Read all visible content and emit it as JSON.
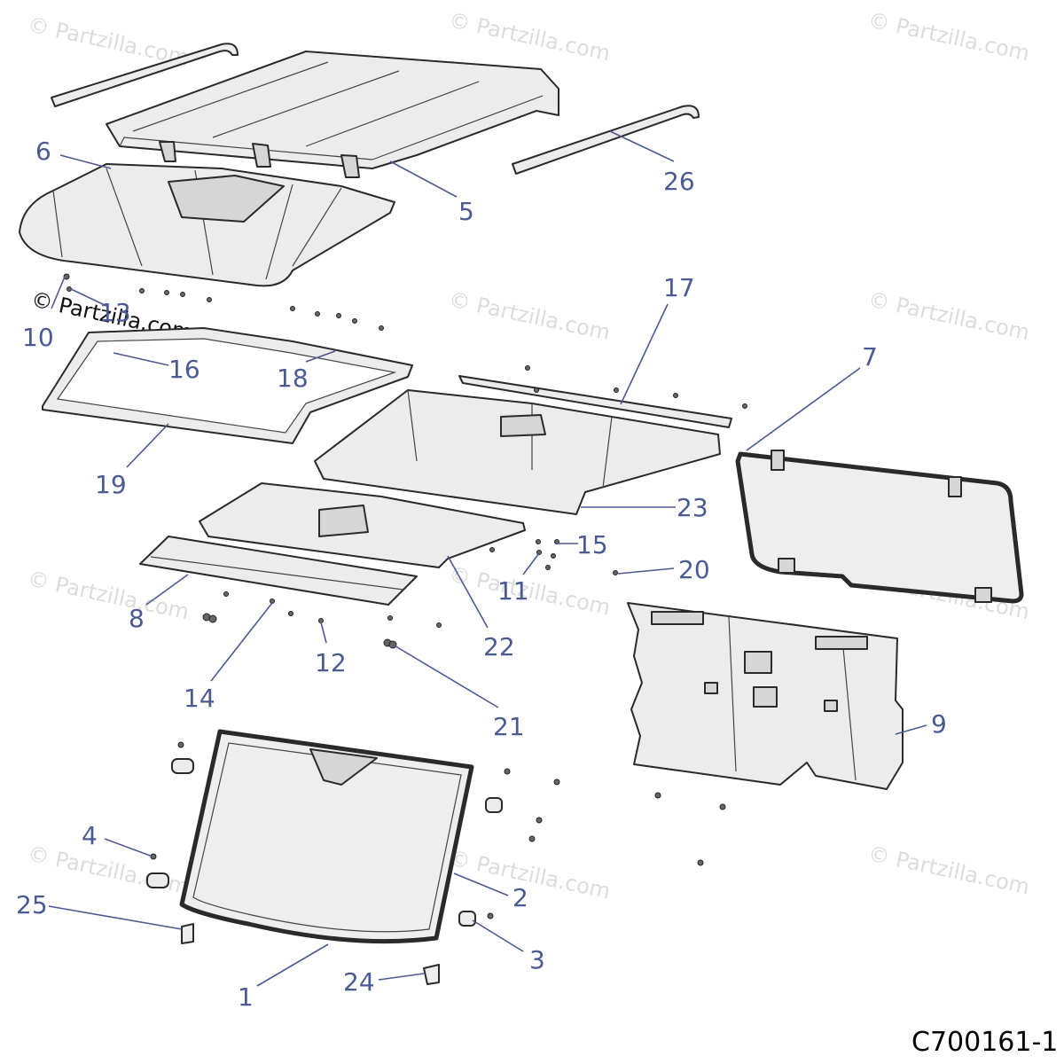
{
  "watermark": {
    "text": "© Partzilla.com"
  },
  "figure": {
    "code": "C700161-1"
  },
  "callouts": [
    {
      "id": "1",
      "label": "1"
    },
    {
      "id": "2",
      "label": "2"
    },
    {
      "id": "3",
      "label": "3"
    },
    {
      "id": "4",
      "label": "4"
    },
    {
      "id": "5",
      "label": "5"
    },
    {
      "id": "6",
      "label": "6"
    },
    {
      "id": "7",
      "label": "7"
    },
    {
      "id": "8",
      "label": "8"
    },
    {
      "id": "9",
      "label": "9"
    },
    {
      "id": "10",
      "label": "10"
    },
    {
      "id": "11",
      "label": "11"
    },
    {
      "id": "12",
      "label": "12"
    },
    {
      "id": "13",
      "label": "13"
    },
    {
      "id": "14",
      "label": "14"
    },
    {
      "id": "15",
      "label": "15"
    },
    {
      "id": "16",
      "label": "16"
    },
    {
      "id": "17",
      "label": "17"
    },
    {
      "id": "18",
      "label": "18"
    },
    {
      "id": "19",
      "label": "19"
    },
    {
      "id": "20",
      "label": "20"
    },
    {
      "id": "21",
      "label": "21"
    },
    {
      "id": "22",
      "label": "22"
    },
    {
      "id": "23",
      "label": "23"
    },
    {
      "id": "24",
      "label": "24"
    },
    {
      "id": "25",
      "label": "25"
    },
    {
      "id": "26",
      "label": "26"
    }
  ]
}
